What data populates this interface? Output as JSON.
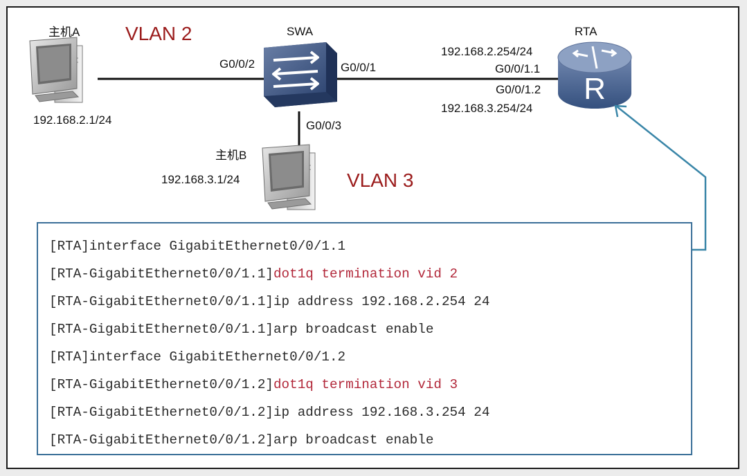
{
  "topology": {
    "host_a": {
      "name": "主机A",
      "ip": "192.168.2.1/24"
    },
    "host_b": {
      "name": "主机B",
      "ip": "192.168.3.1/24"
    },
    "switch": {
      "name": "SWA",
      "ports": {
        "to_host_a": "G0/0/2",
        "to_router": "G0/0/1",
        "to_host_b": "G0/0/3"
      }
    },
    "router": {
      "name": "RTA",
      "subif1": {
        "ip": "192.168.2.254/24",
        "port": "G0/0/1.1"
      },
      "subif2": {
        "port": "G0/0/1.2",
        "ip": "192.168.3.254/24"
      }
    },
    "vlan2_label": "VLAN 2",
    "vlan3_label": "VLAN 3"
  },
  "cli": [
    {
      "prompt": "[RTA]interface GigabitEthernet0/0/1.1",
      "cmd": ""
    },
    {
      "prompt": "[RTA-GigabitEthernet0/0/1.1]",
      "cmd": "dot1q termination vid 2"
    },
    {
      "prompt": "[RTA-GigabitEthernet0/0/1.1]ip address 192.168.2.254 24",
      "cmd": ""
    },
    {
      "prompt": "[RTA-GigabitEthernet0/0/1.1]arp broadcast enable",
      "cmd": ""
    },
    {
      "prompt": "[RTA]interface GigabitEthernet0/0/1.2",
      "cmd": ""
    },
    {
      "prompt": "[RTA-GigabitEthernet0/0/1.2]",
      "cmd": "dot1q termination vid 3"
    },
    {
      "prompt": "[RTA-GigabitEthernet0/0/1.2]ip address 192.168.3.254 24",
      "cmd": ""
    },
    {
      "prompt": "[RTA-GigabitEthernet0/0/1.2]arp broadcast enable",
      "cmd": ""
    }
  ],
  "colors": {
    "vlan_label": "#9b1c1c",
    "cli_highlight": "#b2283a",
    "cli_border": "#3a6f98",
    "arrow": "#3a86a8"
  },
  "icons": {
    "host_a": "desktop-computer-icon",
    "host_b": "desktop-computer-icon",
    "switch": "switch-icon",
    "router": "router-icon"
  }
}
